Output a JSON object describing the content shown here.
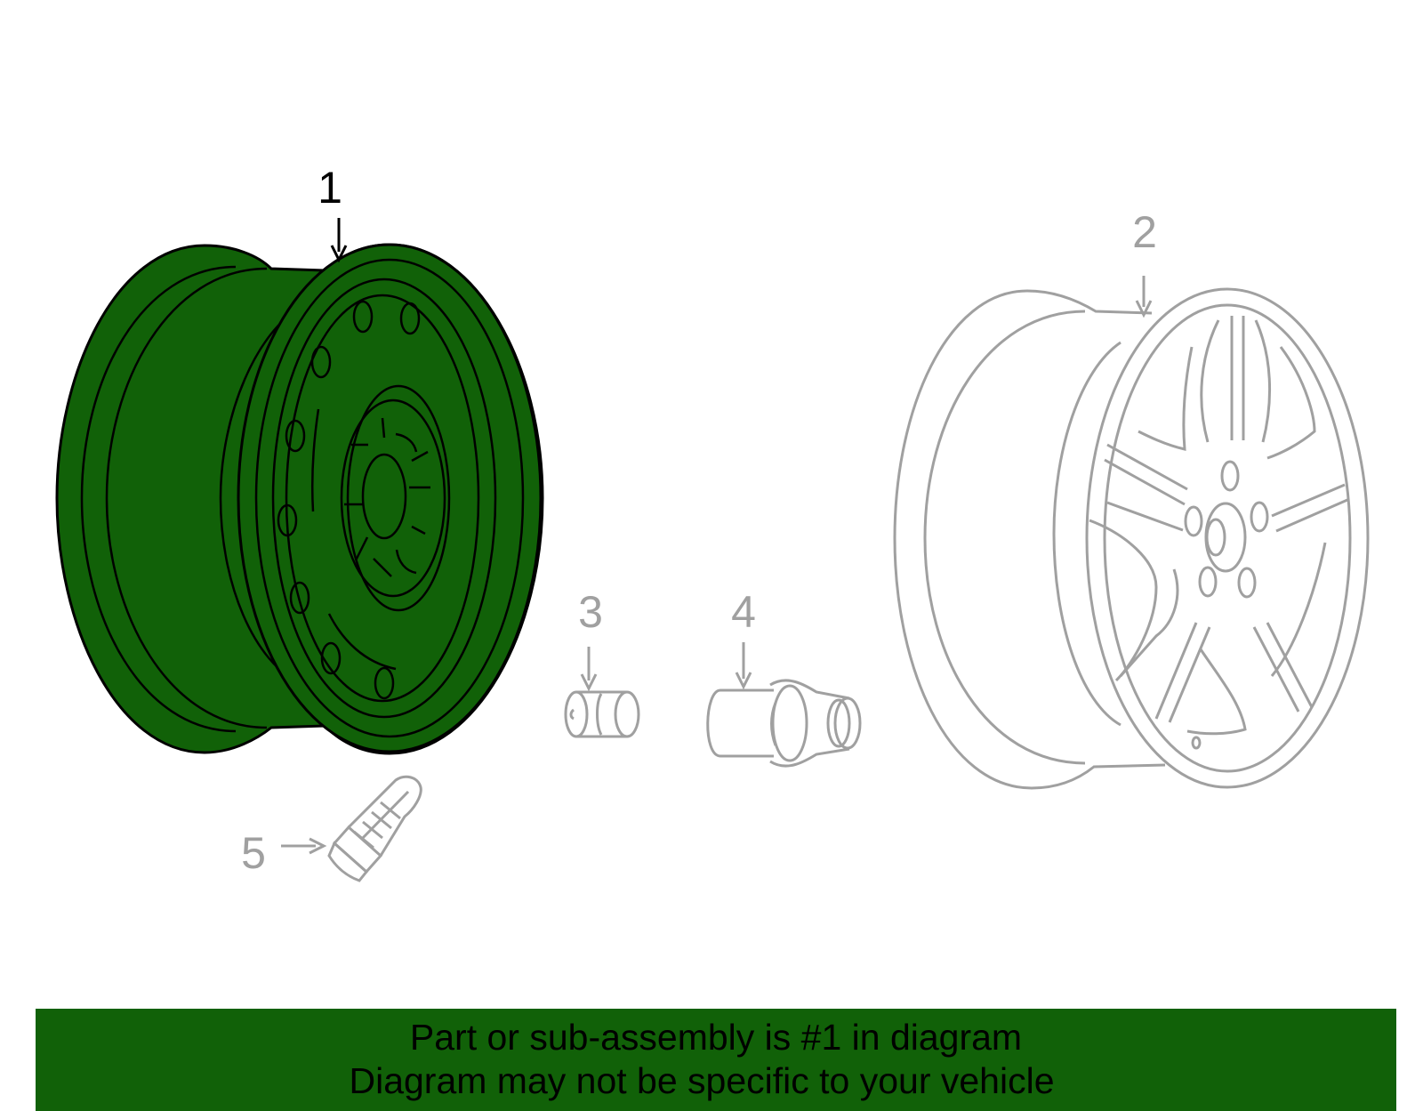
{
  "colors": {
    "highlight": "#116108",
    "outline": "#000000",
    "other_parts": "#a0a0a0"
  },
  "callouts": {
    "part1": "1",
    "part2": "2",
    "part3": "3",
    "part4": "4",
    "part5": "5"
  },
  "banner": {
    "line1": "Part or sub-assembly is #1 in diagram",
    "line2": "Diagram may not be specific to your vehicle"
  }
}
